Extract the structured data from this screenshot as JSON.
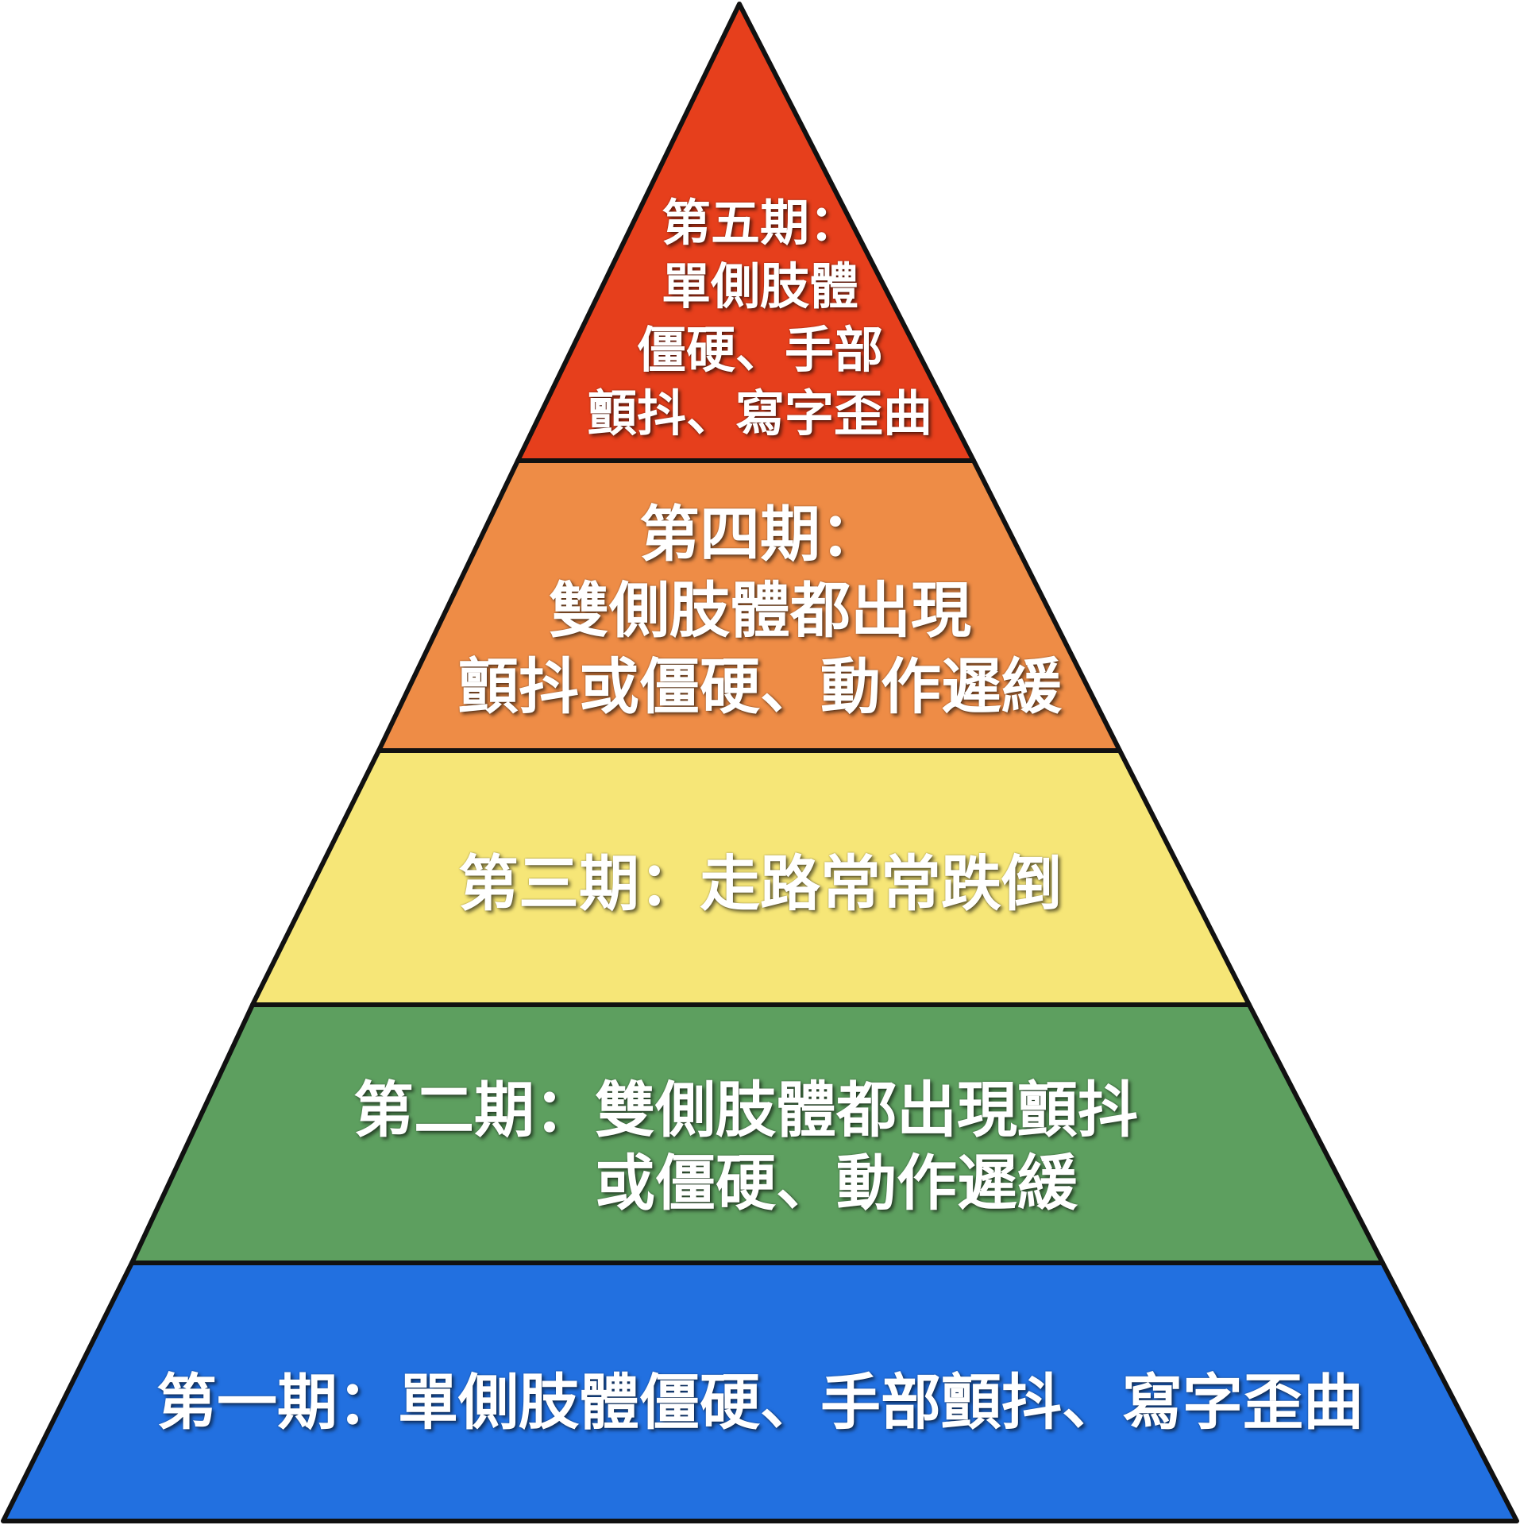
{
  "pyramid": {
    "levels": [
      {
        "id": 5,
        "color": "#E63F1C",
        "lines": [
          "第五期：",
          "單側肢體",
          "僵硬、手部",
          "顫抖、寫字歪曲"
        ]
      },
      {
        "id": 4,
        "color": "#EE8C46",
        "lines": [
          "第四期：",
          "雙側肢體都出現",
          "顫抖或僵硬、動作遲緩"
        ]
      },
      {
        "id": 3,
        "color": "#F6E677",
        "lines": [
          "第三期：走路常常跌倒"
        ]
      },
      {
        "id": 2,
        "color": "#5D9F5F",
        "lines": [
          "第二期：雙側肢體都出現顫抖",
          "或僵硬、動作遲緩"
        ]
      },
      {
        "id": 1,
        "color": "#2270E0",
        "lines": [
          "第一期：單側肢體僵硬、手部顫抖、寫字歪曲"
        ]
      }
    ]
  }
}
